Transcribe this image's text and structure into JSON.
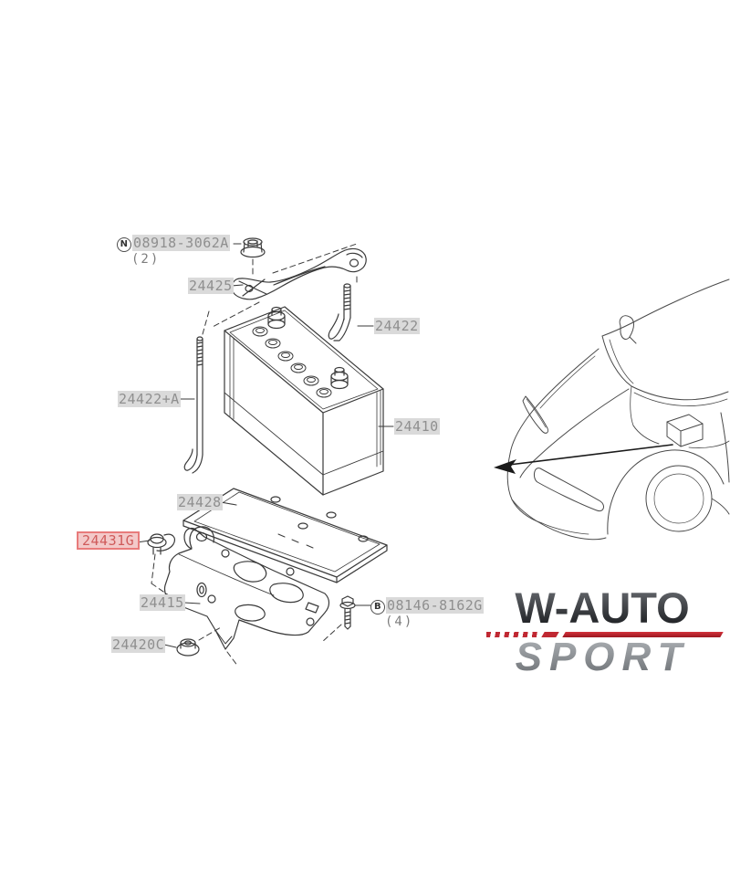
{
  "parts": {
    "n08918": {
      "prefix": "N",
      "number": "08918-3062A",
      "qty": "(2)"
    },
    "p24425": {
      "number": "24425"
    },
    "p24422": {
      "number": "24422"
    },
    "p24422a": {
      "number": "24422+A"
    },
    "p24410": {
      "number": "24410"
    },
    "p24428": {
      "number": "24428"
    },
    "p24431g": {
      "number": "24431G"
    },
    "p24415": {
      "number": "24415"
    },
    "b08146": {
      "prefix": "B",
      "number": "08146-8162G",
      "qty": "(4)"
    },
    "p24420c": {
      "number": "24420C"
    }
  },
  "logo": {
    "line1": "W-AUTO",
    "line2": "SPORT"
  },
  "colors": {
    "line_art": "#3a3a3a",
    "car_line": "#4a4a4a",
    "label_text": "#8f8f8f",
    "label_highlight": "#dadada",
    "red_label_text": "#cf5b5b",
    "red_label_bg": "#f3c9c9",
    "red_label_border": "#e87b7b",
    "logo_dark": "#26292e",
    "logo_red": "#c02832",
    "logo_gray": "#8c9094"
  }
}
